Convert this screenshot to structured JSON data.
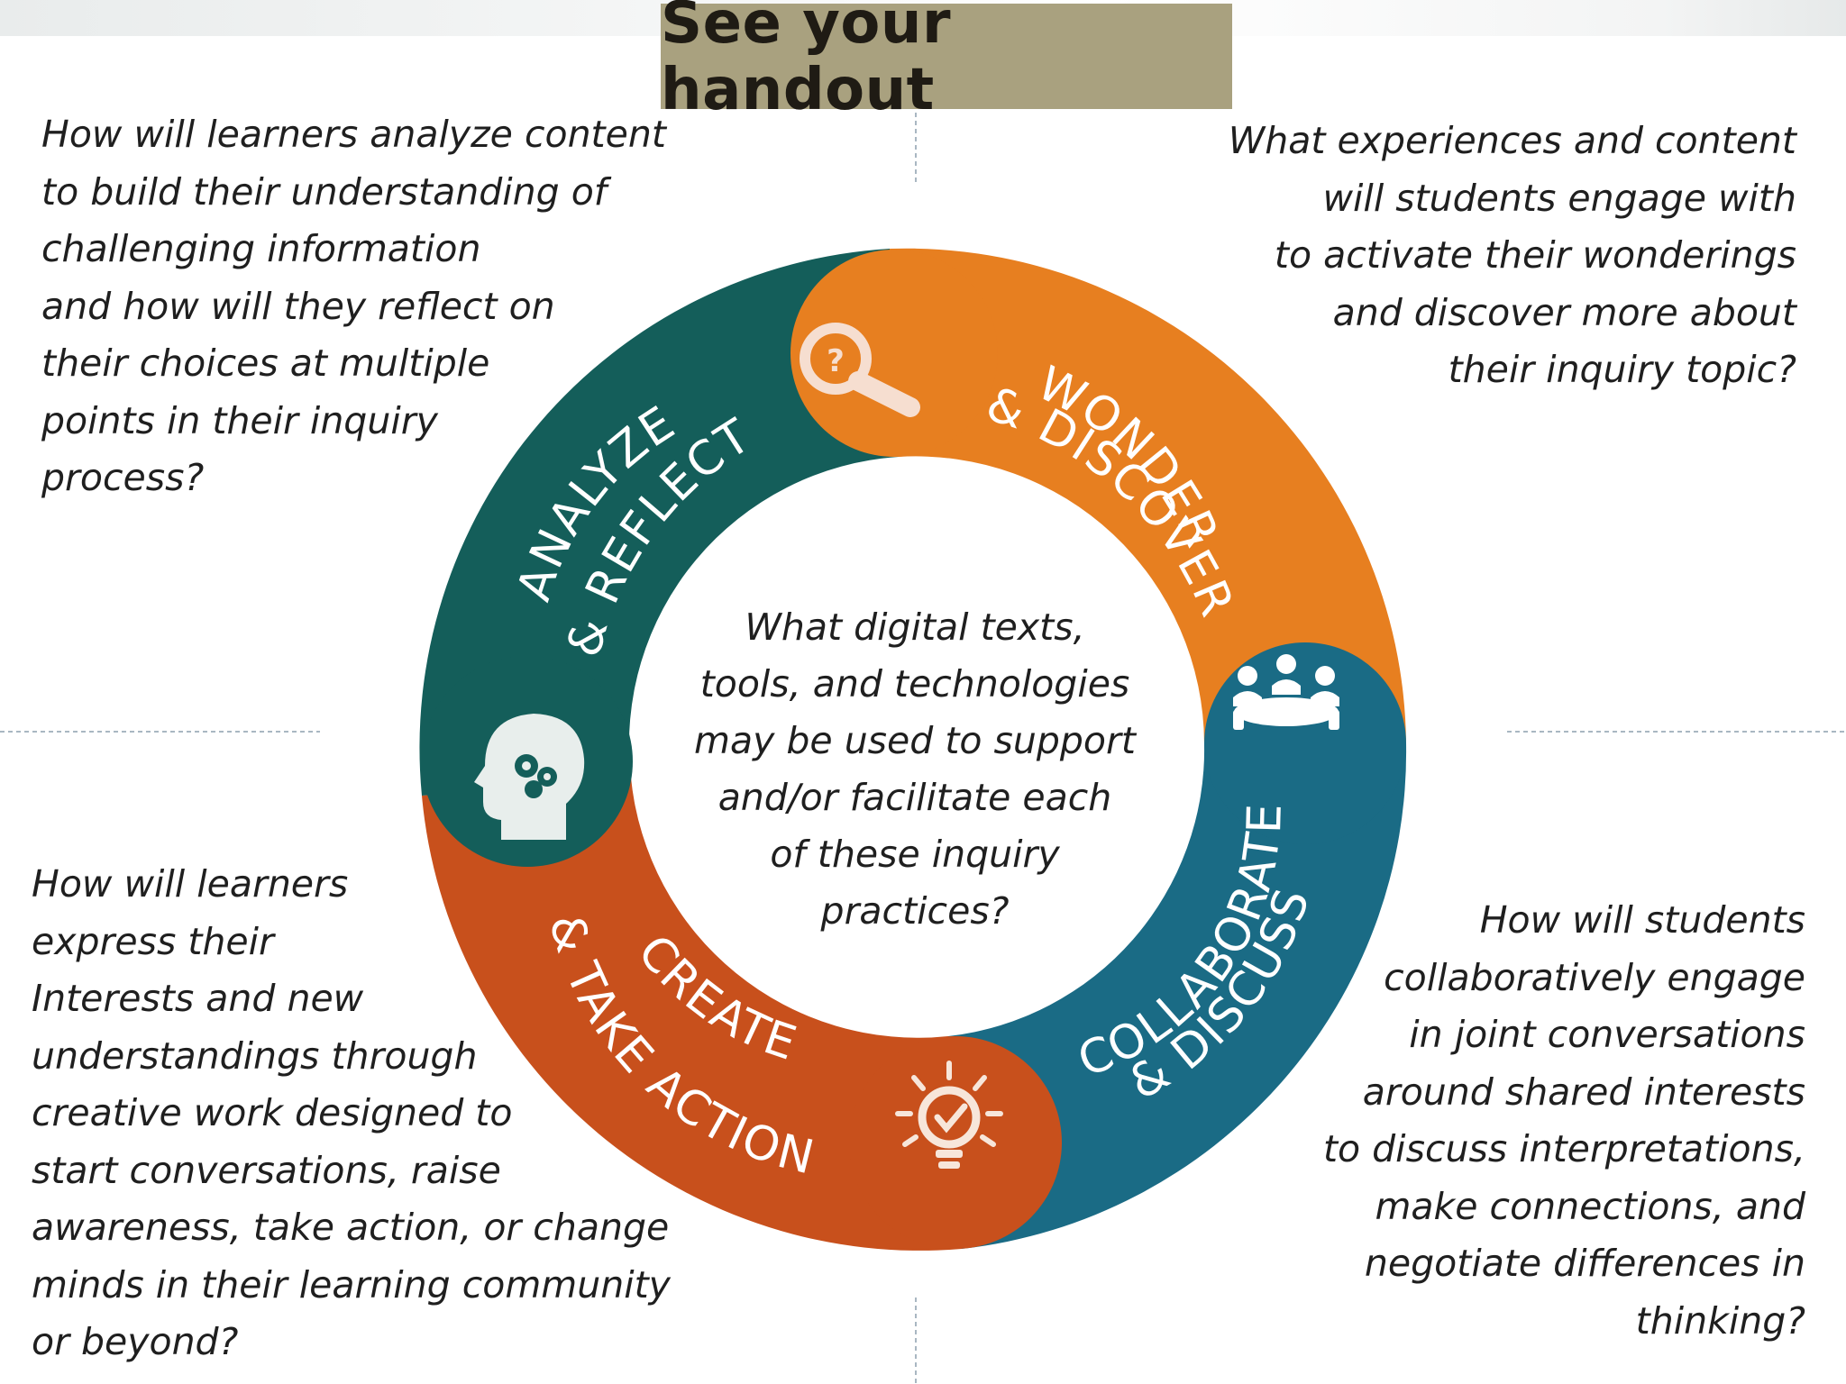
{
  "banner": {
    "title": "See your handout"
  },
  "colors": {
    "orange": "#e77f20",
    "teal_dark": "#145e5a",
    "red_orange": "#c8501c",
    "blue": "#1a6b85",
    "banner_bg": "#a9a17f"
  },
  "cycle": {
    "center_question": "What digital texts,\ntools, and technologies\nmay be used to support\nand/or facilitate each\nof these inquiry\npractices?",
    "segments": [
      {
        "id": "wonder",
        "line1": "WONDER",
        "line2": "& DISCOVER",
        "icon": "magnifier-question-icon"
      },
      {
        "id": "collaborate",
        "line1": "COLLABORATE",
        "line2": "& DISCUSS",
        "icon": "group-meeting-icon"
      },
      {
        "id": "create",
        "line1": "CREATE",
        "line2": "& TAKE ACTION",
        "icon": "lightbulb-check-icon"
      },
      {
        "id": "analyze",
        "line1": "ANALYZE",
        "line2": "& REFLECT",
        "icon": "head-gears-icon"
      }
    ]
  },
  "questions": {
    "top_left": "How will learners analyze content\nto build their understanding of\nchallenging information\nand how will they reflect on\ntheir choices at multiple\npoints in their inquiry\nprocess?",
    "top_right": "What experiences and content\nwill students engage with\nto activate their wonderings\nand discover more about\ntheir inquiry topic?",
    "bottom_left": "How will learners\nexpress their\nInterests and new\nunderstandings through\ncreative work designed to\nstart conversations, raise\nawareness, take action, or change\nminds in their learning community\nor beyond?",
    "bottom_right": "How will students\ncollaboratively engage\nin joint conversations\naround shared interests\nto discuss interpretations,\nmake connections, and\nnegotiate differences in\nthinking?"
  }
}
